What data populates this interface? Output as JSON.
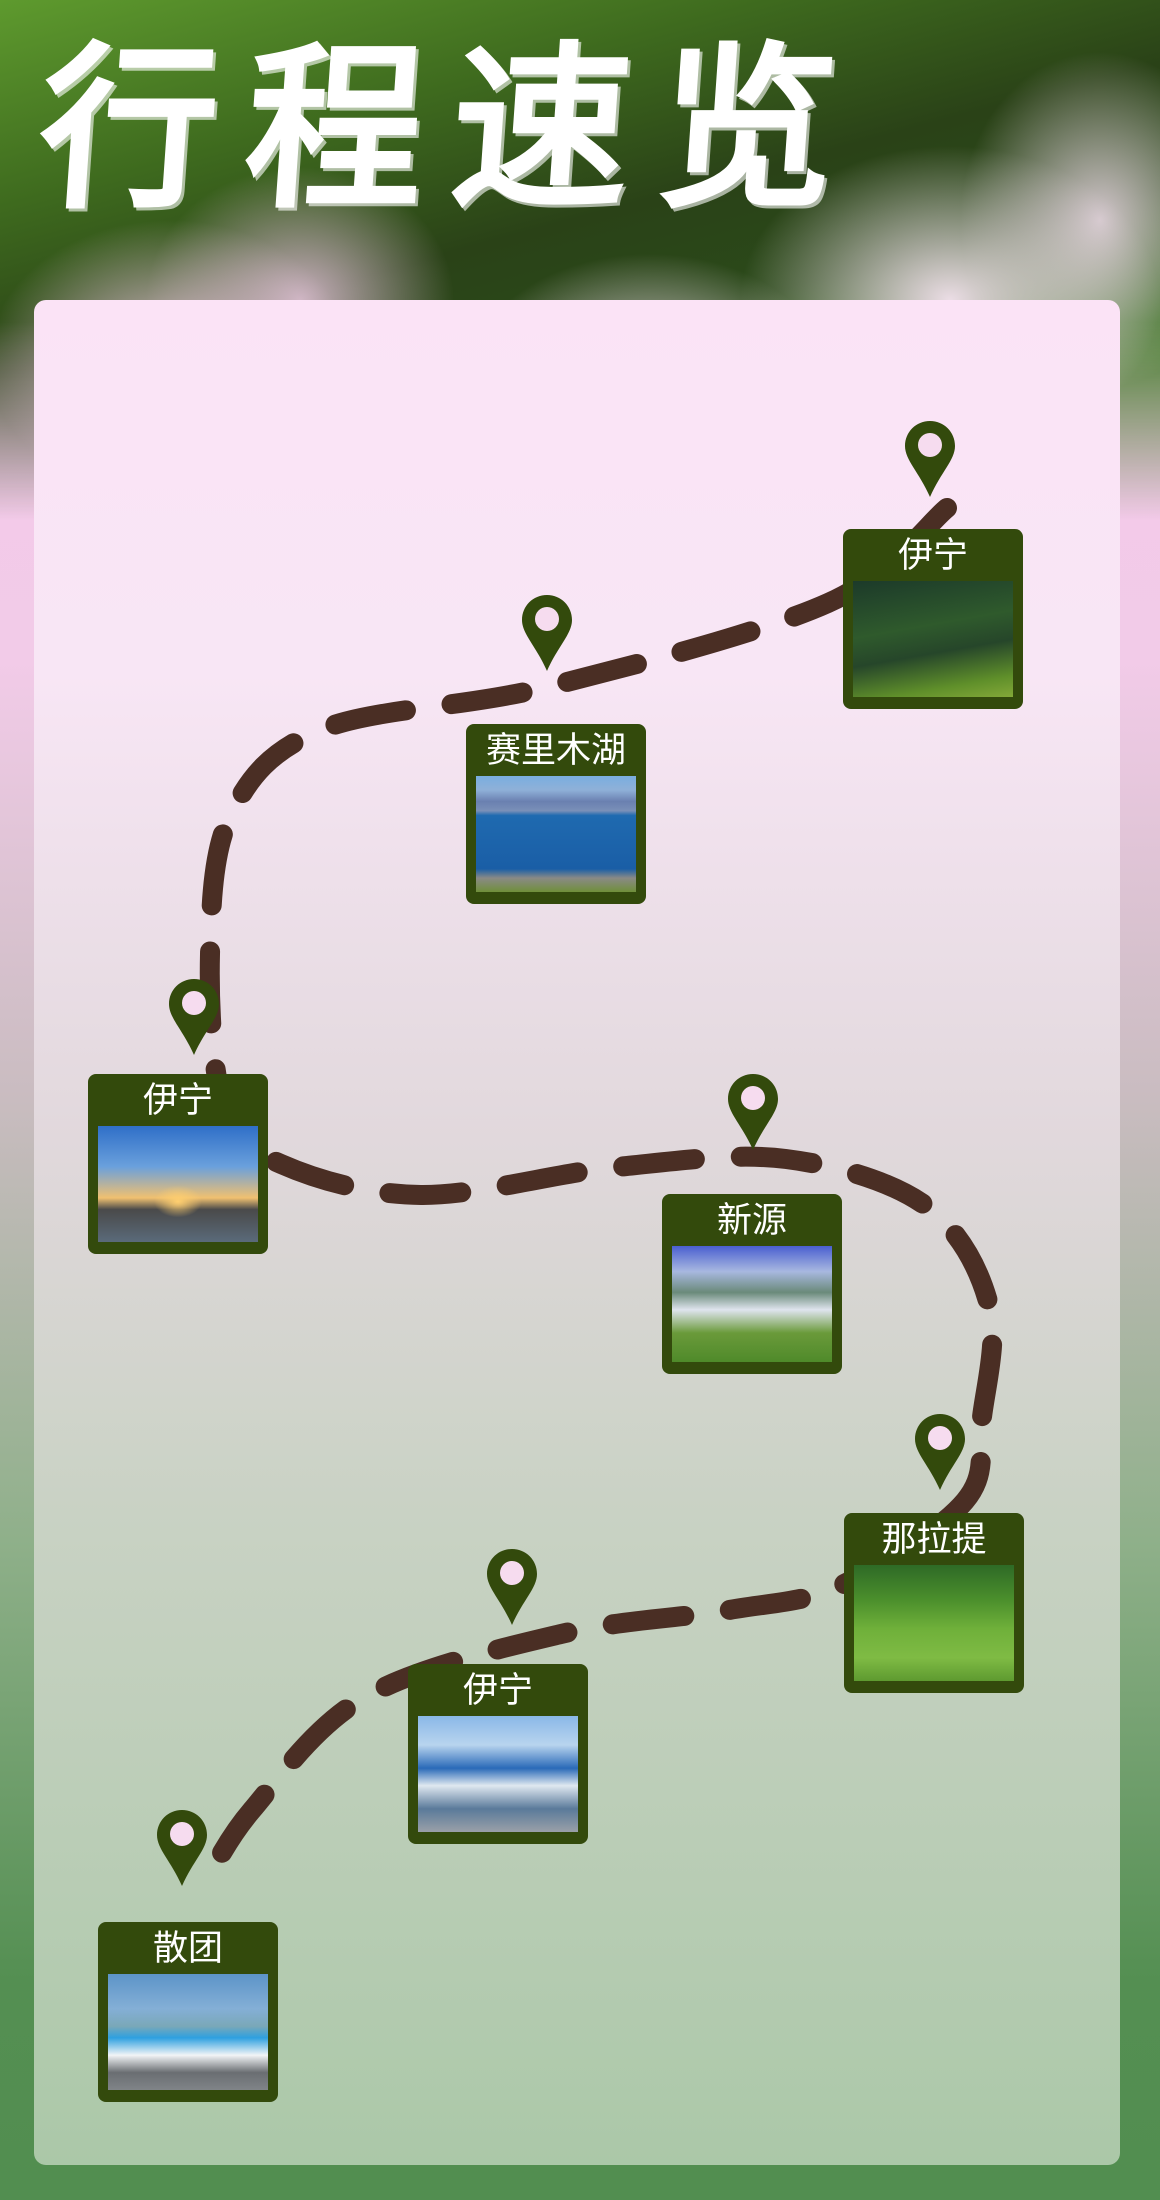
{
  "header": {
    "title": "行程速览"
  },
  "colors": {
    "card": "#334a0c",
    "route": "#4a2e24",
    "pin": "#334a0c",
    "panel_bottom": "#abc8a8",
    "bg_bottom": "#528e50"
  },
  "stops": [
    {
      "label": "伊宁"
    },
    {
      "label": "赛里木湖"
    },
    {
      "label": "伊宁"
    },
    {
      "label": "新源"
    },
    {
      "label": "那拉提"
    },
    {
      "label": "伊宁"
    },
    {
      "label": "散团"
    }
  ]
}
